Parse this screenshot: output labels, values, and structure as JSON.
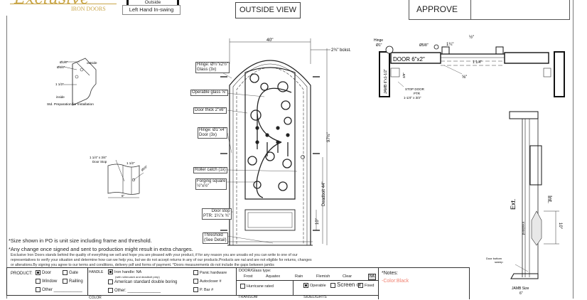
{
  "logo": {
    "script_text": "Exclusive",
    "subtext": "IRON DOORS"
  },
  "header": {
    "swing_label_top": "Outside",
    "swing": "Left Hand In-swing",
    "view_title": "OUTSIDE VIEW",
    "approve_label": "APPROVE"
  },
  "details_left": {
    "prep": {
      "d_quarter": "Ø1/4\"",
      "d_five_eighths": "Ø5/8\"",
      "outside": "outside",
      "inside": "inside",
      "offset": "1 1/2\"",
      "caption": "Std. Preparation for Installation"
    },
    "stop": {
      "label_1": "1 1/4\" x 3/4\"",
      "label_2": "Door Stop",
      "offset": "1 1/2\"",
      "hole": "Ø5/8\"",
      "width": "6\""
    }
  },
  "elevation": {
    "width": "40\"",
    "backset": "2¾\" bckst.",
    "height": "97½\"",
    "deadbolt": "Deadbolt 44\"",
    "panel_height": "10\"",
    "callouts": {
      "hinge_glass": [
        "Hinge: Ø½\"x2½\"",
        "Glass (3x)"
      ],
      "operable_glass": "Operable glass ⅝\"",
      "door_thick": "Door thick 2\"x6\"",
      "hinge_door": [
        "Hinge: Ø1\"x4\"",
        "Door (3x)"
      ],
      "roller_catch": "Roller catch  (1x)",
      "forging_square": [
        "Forging square",
        "½\"x½\""
      ],
      "door_stop": [
        "Door stop",
        "PTR: 1¼\"x ¾\""
      ],
      "threshold": [
        "Threshold",
        "(See Detail)"
      ]
    }
  },
  "plan": {
    "hinge": [
      "Hinge",
      "Ø1\""
    ],
    "hole": "Ø5/8\"",
    "glass_offset": "1¼\"",
    "square": "½\"",
    "door": "DOOR 6\"x2\"",
    "glass_depth": "1 1/4\"",
    "jamb": "JAMB 6\"x1-1/2\"",
    "stop_offset": "3/8\"",
    "bar": "⅝\"",
    "stop_label": [
      "STOP DOOR",
      "PTR",
      "1-1/4\" x 3/4\""
    ]
  },
  "section": {
    "ext": "Ext.",
    "int": "Int.",
    "insulated": "Insulated",
    "panel": "10\"",
    "sweep": [
      "Door bottom",
      "sweep"
    ],
    "jamb": [
      "JAMB Size",
      "6\""
    ]
  },
  "notes": {
    "line1": "*Size shown in PO is unit size including frame and threshold.",
    "line2": "*Any change once signed and sent to production might result in extra charges.",
    "fine1": "Exclusive Iron Doors stands behind the quality of everything we sell and hope you are pleased with your product, if for any reason you are unsatis    ed you can write to one of our",
    "fine2": "representatives to verify your situation and determine how can we help you, but we do not accept returns in any of our products.Products are     nal and are not eligible for returns, changes",
    "fine3": "or alterations.By signing you agree to our terms and conditions, delivery pdf and forms of payment. *Doors measurements do not include the gaps between jambs"
  },
  "form": {
    "product": {
      "label": "PRODUCT:",
      "options": [
        {
          "label": "Door",
          "checked": true
        },
        {
          "label": "Gate",
          "checked": false
        },
        {
          "label": "Window",
          "checked": false
        },
        {
          "label": "Railling",
          "checked": false
        },
        {
          "label": "Other",
          "checked": false
        }
      ]
    },
    "handle": {
      "label": "HANDLE",
      "iron": "Iron handle: NA",
      "iron_note": "(with rollercatch and deadbolt prep)",
      "american": "American standard double boring",
      "other": "Other:",
      "panic": "Panic hardware",
      "autocloser": "Autocloser #",
      "pbar": "P. Bar #"
    },
    "color_label": "COLOR",
    "glass": {
      "label": "DOOR/Glass type:",
      "types": [
        "Frost",
        "Aquatex",
        "Rain",
        "Flemish",
        "Clear"
      ],
      "na": "NA",
      "hurricane": "Hurricane rated",
      "operable": "Operable",
      "screen": "Screen or",
      "fixed": "Fixed"
    },
    "transom": "TRANSOM",
    "sidelights": "SIDELIGHTS",
    "notes_label": "*Notes:",
    "notes_value": "-Color:Black"
  },
  "colors": {
    "logo_gold": "#c9a649",
    "note_red": "#f08070"
  }
}
